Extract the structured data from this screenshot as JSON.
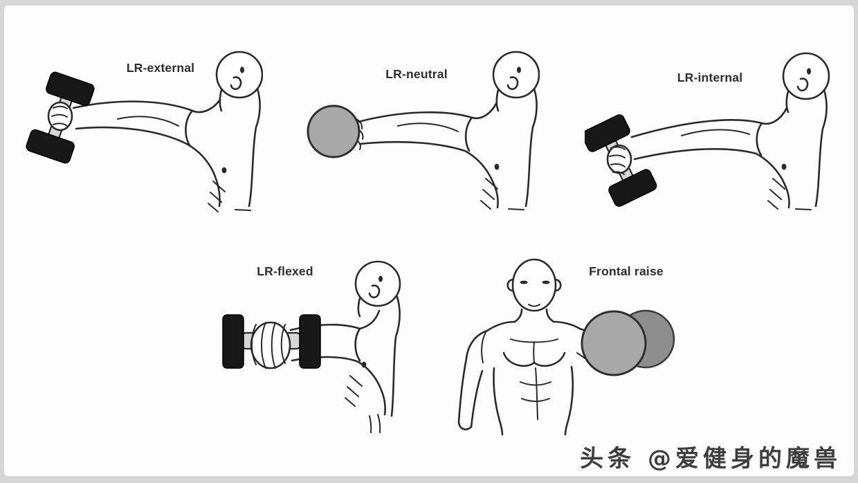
{
  "panels": [
    {
      "id": "lr-external",
      "label": "LR-external"
    },
    {
      "id": "lr-neutral",
      "label": "LR-neutral"
    },
    {
      "id": "lr-internal",
      "label": "LR-internal"
    },
    {
      "id": "lr-flexed",
      "label": "LR-flexed"
    },
    {
      "id": "frontal-raise",
      "label": "Frontal raise"
    }
  ],
  "watermark": {
    "text": "头条 @爱健身的魔兽"
  },
  "colors": {
    "background": "#fdfdfd",
    "frame": "#d6d6d6",
    "ink": "#2a2a2a",
    "label_text": "#2d2d2d",
    "watermark_text": "#3e3e3e",
    "plate_dark": "#181818",
    "handle": "#d6d6d6",
    "plate_gray_front": "#a8a8a8",
    "plate_gray_back": "#8e8e8e"
  }
}
